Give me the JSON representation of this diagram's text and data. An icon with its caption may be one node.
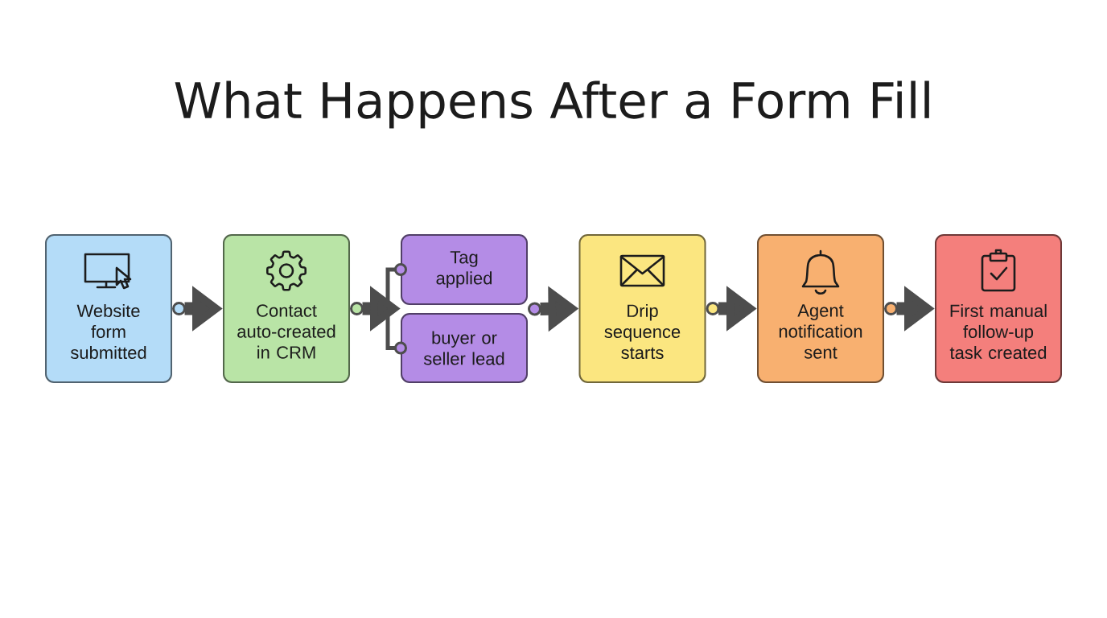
{
  "diagram": {
    "title": "What Happens After a Form Fill",
    "nodes": [
      {
        "text": [
          "Website form submitted"
        ]
      },
      {
        "text": [
          "Contact auto-created in CRM"
        ]
      },
      {
        "text": [
          "Tag applied"
        ]
      },
      {
        "text": [
          "buyer or seller lead"
        ]
      },
      {
        "text": [
          "Drip sequence starts"
        ]
      },
      {
        "text": [
          "Agent notification sent"
        ]
      },
      {
        "text": [
          "First manual follow-up task created"
        ]
      }
    ],
    "edges": [
      {
        "from": 0,
        "to": 1,
        "arrow": "to"
      },
      {
        "from": 1,
        "to": 2,
        "arrow": "to"
      },
      {
        "from": 1,
        "to": 3,
        "arrow": "to"
      },
      {
        "from": 2,
        "to": 4,
        "arrow": "to"
      },
      {
        "from": 3,
        "to": 4,
        "arrow": "to"
      },
      {
        "from": 4,
        "to": 5,
        "arrow": "to"
      },
      {
        "from": 5,
        "to": 6,
        "arrow": "to"
      }
    ]
  }
}
